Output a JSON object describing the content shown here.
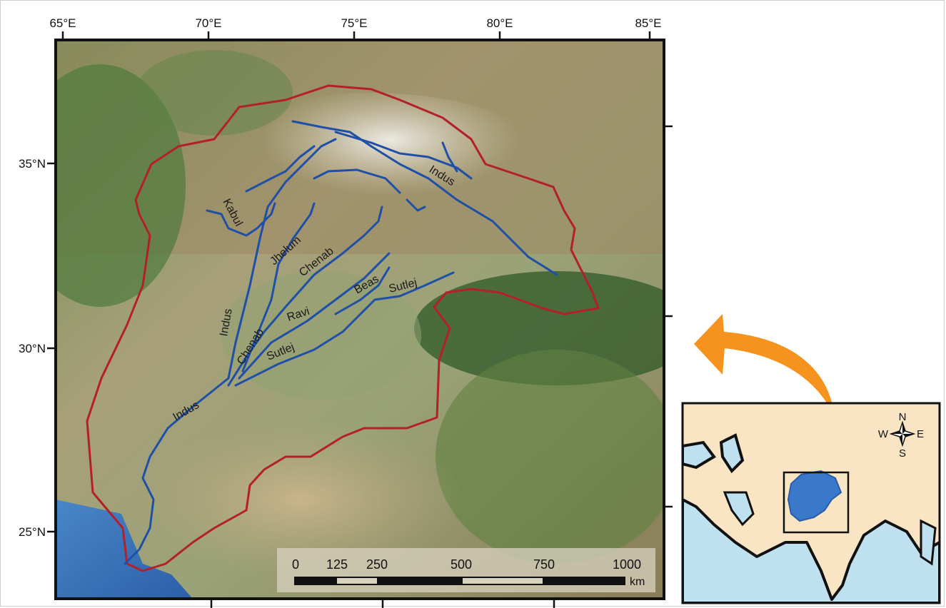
{
  "map": {
    "lon_labels": [
      "65°E",
      "70°E",
      "75°E",
      "80°E",
      "85°E"
    ],
    "lat_labels": [
      "35°N",
      "30°N",
      "25°N"
    ],
    "rivers": {
      "indus_upper": "Indus",
      "kabul": "Kabul",
      "jhelum": "Jhelum",
      "chenab_upper": "Chenab",
      "indus_mid": "Indus",
      "chenab_lower": "Chenab",
      "ravi": "Ravi",
      "beas": "Beas",
      "sutlej_upper": "Sutlej",
      "sutlej_lower": "Sutlej",
      "indus_lower": "Indus"
    },
    "scale_bar": {
      "ticks": [
        "0",
        "125",
        "250",
        "500",
        "750",
        "1000"
      ],
      "unit": "km"
    }
  },
  "inset": {
    "compass": {
      "n": "N",
      "s": "S",
      "e": "E",
      "w": "W"
    }
  },
  "colors": {
    "basin_boundary": "#b3202a",
    "river": "#1f4fa6",
    "arrow": "#f6921e",
    "inset_land": "#f9e4c4",
    "inset_sea": "#bfe0ee",
    "inset_basin": "#3a78c9"
  }
}
